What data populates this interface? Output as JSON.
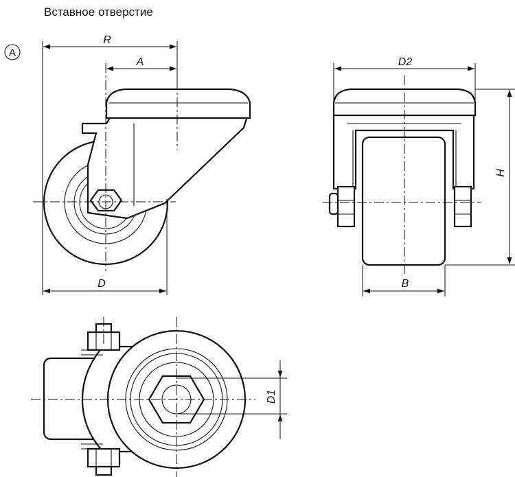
{
  "caption": "Вставное отверстие",
  "view_marker": "A",
  "dimensions": {
    "R": "R",
    "A": "A",
    "D": "D",
    "D2": "D2",
    "H": "H",
    "B": "B",
    "D1": "D1"
  }
}
